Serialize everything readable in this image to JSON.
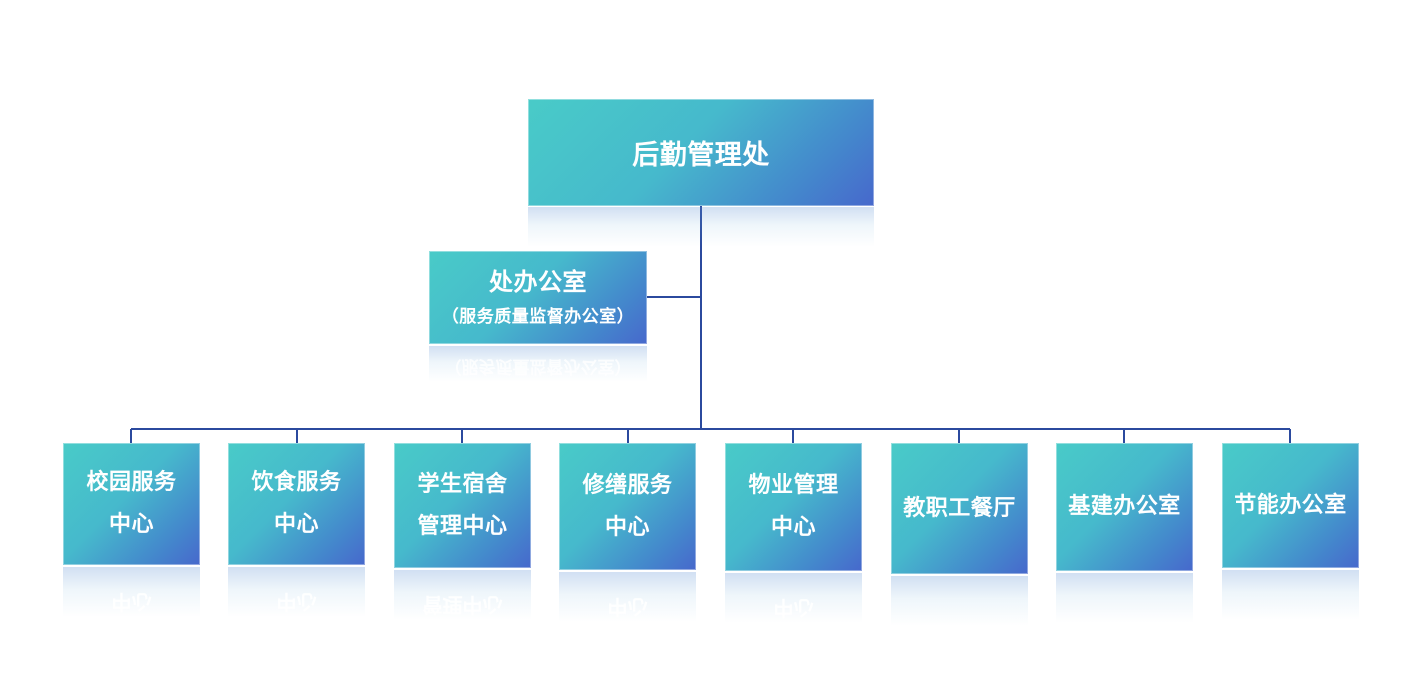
{
  "colors": {
    "box_gradient_start": "#49cbc8",
    "box_gradient_end": "#4768cc",
    "connector": "#2b4a9e",
    "text": "#ffffff",
    "background": "#ffffff"
  },
  "diagram": {
    "root": {
      "label": "后勤管理处"
    },
    "staff_office": {
      "label": "处办公室",
      "sublabel": "（服务质量监督办公室）"
    },
    "children": [
      {
        "line1": "校园服务",
        "line2": "中心"
      },
      {
        "line1": "饮食服务",
        "line2": "中心"
      },
      {
        "line1": "学生宿舍",
        "line2": "管理中心"
      },
      {
        "line1": "修缮服务",
        "line2": "中心"
      },
      {
        "line1": "物业管理",
        "line2": "中心"
      },
      {
        "line1": "教职工餐厅",
        "line2": ""
      },
      {
        "line1": "基建办公室",
        "line2": ""
      },
      {
        "line1": "节能办公室",
        "line2": ""
      }
    ]
  }
}
